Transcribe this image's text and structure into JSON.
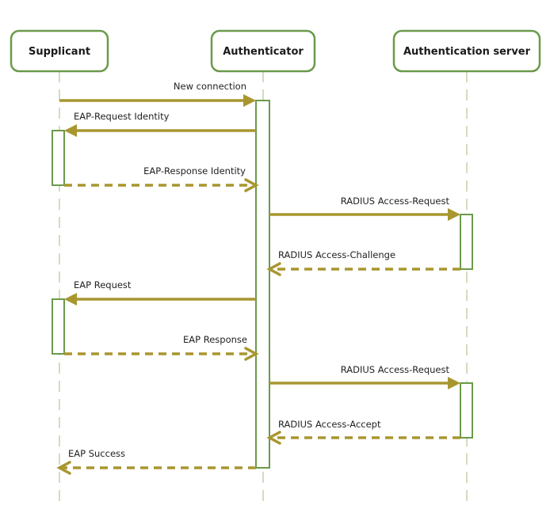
{
  "diagram": {
    "type": "sequence",
    "colors": {
      "box_border": "#6b9a4a",
      "lifeline": "#d3dcc0",
      "arrow": "#a8962f",
      "activation_border": "#6b9a4a"
    },
    "actors": [
      {
        "id": "supplicant",
        "label": "Supplicant"
      },
      {
        "id": "authenticator",
        "label": "Authenticator"
      },
      {
        "id": "server",
        "label": "Authentication server"
      }
    ],
    "messages": [
      {
        "label": "New connection",
        "from": "supplicant",
        "to": "authenticator",
        "style": "solid"
      },
      {
        "label": "EAP-Request Identity",
        "from": "authenticator",
        "to": "supplicant",
        "style": "solid"
      },
      {
        "label": "EAP-Response Identity",
        "from": "supplicant",
        "to": "authenticator",
        "style": "dashed"
      },
      {
        "label": "RADIUS Access-Request",
        "from": "authenticator",
        "to": "server",
        "style": "solid"
      },
      {
        "label": "RADIUS Access-Challenge",
        "from": "server",
        "to": "authenticator",
        "style": "dashed"
      },
      {
        "label": "EAP Request",
        "from": "authenticator",
        "to": "supplicant",
        "style": "solid"
      },
      {
        "label": "EAP Response",
        "from": "supplicant",
        "to": "authenticator",
        "style": "dashed"
      },
      {
        "label": "RADIUS Access-Request",
        "from": "authenticator",
        "to": "server",
        "style": "solid"
      },
      {
        "label": "RADIUS Access-Accept",
        "from": "server",
        "to": "authenticator",
        "style": "dashed"
      },
      {
        "label": "EAP Success",
        "from": "authenticator",
        "to": "supplicant",
        "style": "dashed"
      }
    ]
  }
}
